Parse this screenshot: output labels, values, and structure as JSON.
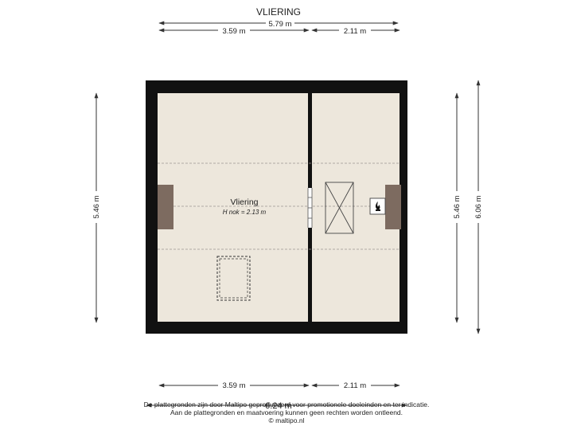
{
  "title": "VLIERING",
  "dimensions": {
    "top_total": "5.79 m",
    "top_left": "3.59 m",
    "top_right": "2.11 m",
    "left_height": "5.46 m",
    "right_inner_height": "5.46 m",
    "right_outer_height": "6.06 m",
    "bottom_left": "3.59 m",
    "bottom_right": "2.11 m",
    "bottom_total": "6.24 m"
  },
  "room": {
    "name": "Vliering",
    "ridge_height": "H nok = 2.13 m"
  },
  "colors": {
    "wall": "#111111",
    "floor": "#ede7dc",
    "chimney": "#7d6b60"
  },
  "footer": {
    "line1": "De plattegronden zijn door Maltipo geproduceerd voor promotionele doeleinden en ter indicatie.",
    "line2": "Aan de plattegronden en maatvoering kunnen geen rechten worden ontleend.",
    "line3": "© maltipo.nl"
  }
}
